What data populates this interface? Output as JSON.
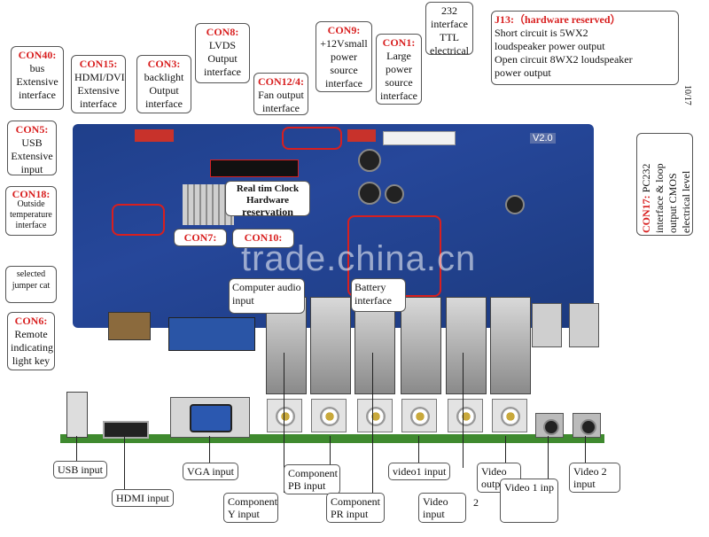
{
  "callouts": {
    "con40": {
      "id": "CON40:",
      "text": "bus Extensive interface"
    },
    "con5": {
      "id": "CON5:",
      "text": "USB Extensive input"
    },
    "con18": {
      "id": "CON18:",
      "text": "Outside temperature interface"
    },
    "jumper": {
      "text": "selected jumper cat"
    },
    "con6": {
      "id": "CON6:",
      "text": "Remote indicating light key"
    },
    "con15": {
      "id": "CON15:",
      "text": "HDMI/DVI Extensive interface"
    },
    "con3": {
      "id": "CON3:",
      "text": "backlight Output interface"
    },
    "con8": {
      "id": "CON8:",
      "text": "LVDS Output interface"
    },
    "con12": {
      "id": "CON12/4:",
      "text": "Fan output interface"
    },
    "con9": {
      "id": "CON9:",
      "text": "+12Vsmall power source interface"
    },
    "con1": {
      "id": "CON1:",
      "text": "Large power source interface"
    },
    "rs232": {
      "text": "232 interface TTL electrical"
    },
    "j13": {
      "id": "J13:（hardware reserved）",
      "lines": [
        "Short circuit is 5WX2",
        "loudspeaker power output",
        "Open circuit 8WX2 loudspeaker",
        "power output"
      ]
    },
    "con17": {
      "id": "CON17:",
      "text": "PC232 interface & loop output CMOS electrical level"
    },
    "rtc": {
      "title": "Real tim Clock Hardware",
      "sub": "reservation"
    },
    "con7": {
      "id": "CON7:"
    },
    "con10": {
      "id": "CON10:"
    },
    "audio": {
      "text": "Computer audio input"
    },
    "battery": {
      "text": "Battery interface"
    },
    "side_code": "10/17",
    "board_ver": "V2.0"
  },
  "bottom_labels": {
    "usb": "USB input",
    "hdmi": "HDMI input",
    "vga": "VGA input",
    "comp_y": "Component Y input",
    "comp_pb": "Component PB input",
    "comp_pr": "Component PR input",
    "video1": "video1 input",
    "video_in": "Video input",
    "video_out": "Video output",
    "video1_inp": "Video 1 inp",
    "video2": "Video 2 input",
    "stray": "2"
  },
  "watermark": "trade.china.cn",
  "colors": {
    "accent": "#d81f1f",
    "pcb": "#24448f"
  }
}
